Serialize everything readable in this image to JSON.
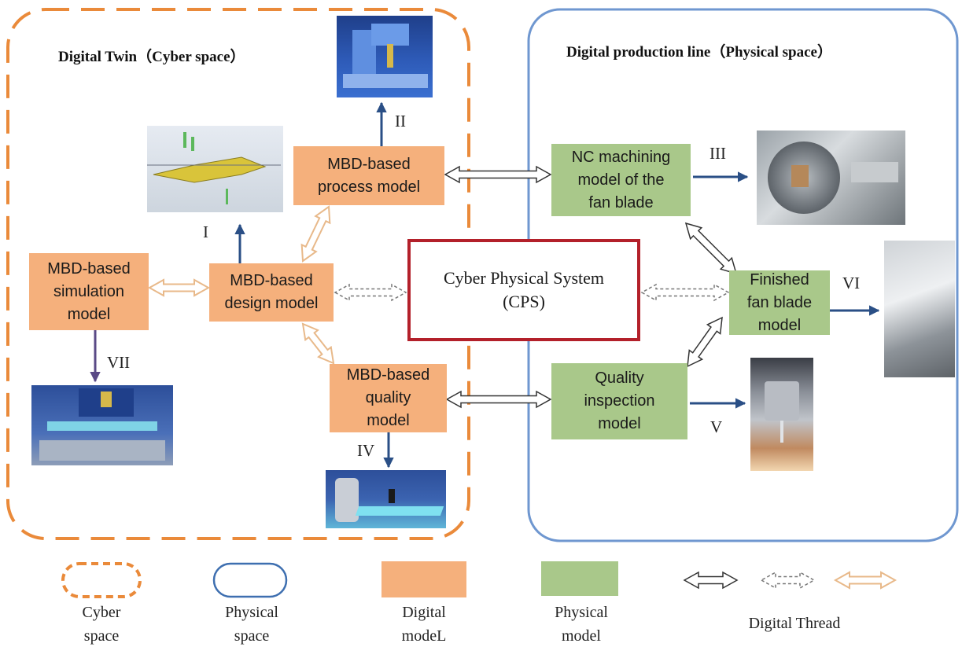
{
  "regions": {
    "cyber_title": "Digital Twin（Cyber space）",
    "physical_title": "Digital production line（Physical space）"
  },
  "nodes": {
    "process_model": "MBD-based\nprocess model",
    "design_model": "MBD-based\ndesign model",
    "simulation_model": "MBD-based\nsimulation\nmodel",
    "quality_model": "MBD-based\nquality\nmodel",
    "cps": "Cyber Physical System\n(CPS)",
    "nc_model": "NC machining\nmodel of the\nfan blade",
    "finished_model": "Finished\nfan blade\nmodel",
    "inspection_model": "Quality\ninspection\nmodel"
  },
  "roman_labels": {
    "i": "I",
    "ii": "II",
    "iii": "III",
    "iv": "IV",
    "v": "V",
    "vi": "VI",
    "vii": "VII"
  },
  "legend": {
    "cyber": "Cyber\nspace",
    "physical": "Physical\nspace",
    "digital": "Digital\nmodeL",
    "physical_model": "Physical\nmodel",
    "thread": "Digital Thread"
  },
  "colors": {
    "cyber_border": "#ea8a3a",
    "physical_border": "#6f97d0",
    "digital_fill": "#f5b07c",
    "physical_fill": "#a9c88a",
    "cps_border": "#b3202a",
    "thread_orange": "#e8b98a",
    "arrow_blue": "#2a4f86",
    "arrow_purple": "#5a4a86"
  }
}
